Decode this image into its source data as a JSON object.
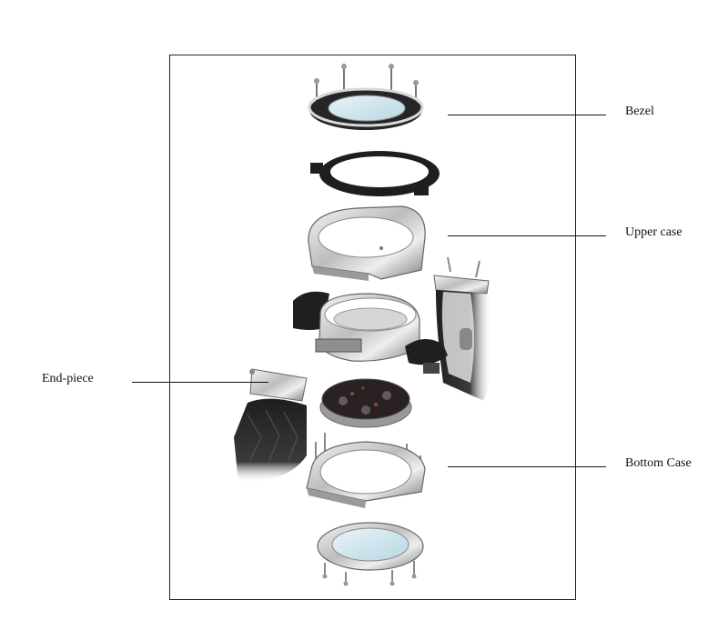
{
  "labels": {
    "bezel": "Bezel",
    "upper_case": "Upper case",
    "end_piece": "End-piece",
    "bottom_case": "Bottom Case"
  },
  "colors": {
    "line": "#111111",
    "frame_border": "#222222",
    "rubber": "#1c1c1c",
    "steel_light": "#e6e6e6",
    "steel_dark": "#8a8a8a",
    "glass": "#cfe6f0",
    "dial": "#2a2222"
  }
}
